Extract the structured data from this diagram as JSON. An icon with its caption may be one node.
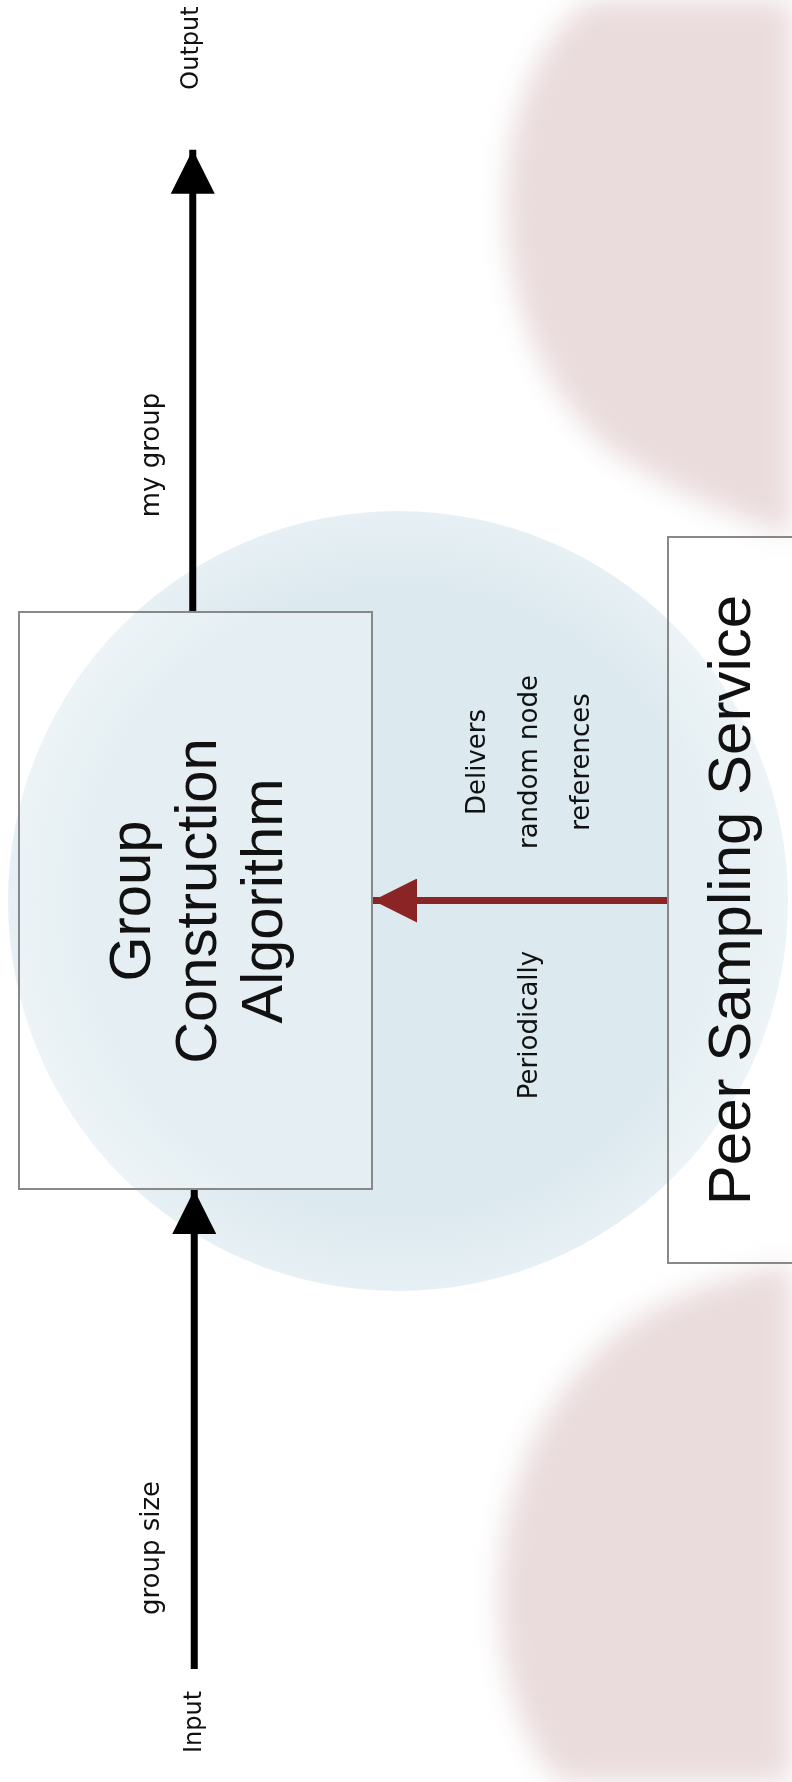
{
  "diagram": {
    "nodes": [
      {
        "text": [
          "Input"
        ]
      },
      {
        "text": [
          "Group Construction Algorithm"
        ]
      },
      {
        "text": [
          "Output"
        ]
      },
      {
        "text": [
          "Peer Sampling Service"
        ]
      }
    ],
    "edges": [
      {
        "from": 0,
        "to": 1,
        "arrow": "to",
        "label": "group size"
      },
      {
        "from": 1,
        "to": 2,
        "arrow": "to",
        "label": "my group"
      },
      {
        "from": 3,
        "to": 1,
        "arrow": "to",
        "label": "Delivers random node references",
        "color": "#8b2525"
      }
    ],
    "labels": [
      "Periodically"
    ]
  }
}
